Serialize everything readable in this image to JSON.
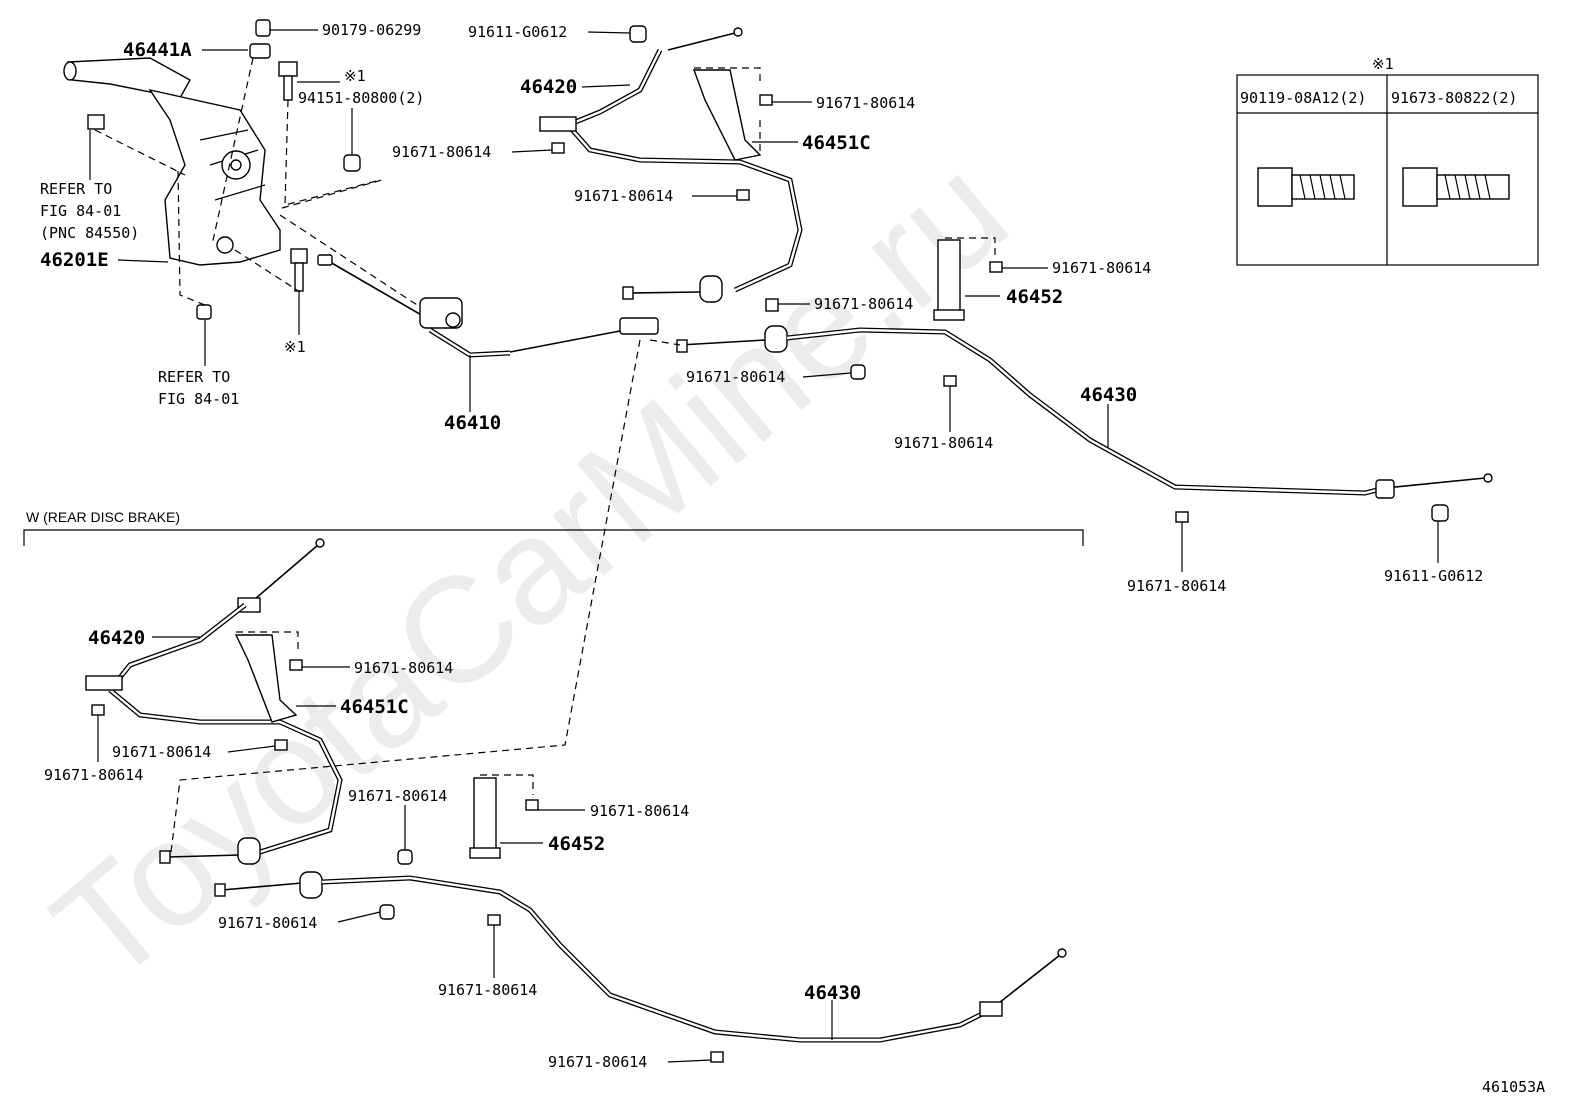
{
  "watermark": "ToyotaCarMine.ru",
  "figure_id": "461053A",
  "section_label": "W (REAR DISC BRAKE)",
  "note_symbol": "※1",
  "legend": {
    "header": "※1",
    "columns": [
      "90119-08A12(2)",
      "91673-80822(2)"
    ]
  },
  "refs": {
    "ref_to_upper": [
      "REFER TO",
      "FIG 84-01",
      "(PNC 84550)"
    ],
    "ref_to_lower": [
      "REFER TO",
      "FIG 84-01"
    ]
  },
  "parts": {
    "p46441A": "46441A",
    "p90179": "90179-06299",
    "p94151": "94151-80800(2)",
    "p46201E": "46201E",
    "p46410": "46410",
    "p91611_top": "91611-G0612",
    "p46420_top": "46420",
    "p46451C_top": "46451C",
    "p46452_top": "46452",
    "p46430_top": "46430",
    "p91611_right": "91611-G0612",
    "p46420_low": "46420",
    "p46451C_low": "46451C",
    "p46452_low": "46452",
    "p46430_low": "46430",
    "bolt": "91671-80614"
  }
}
